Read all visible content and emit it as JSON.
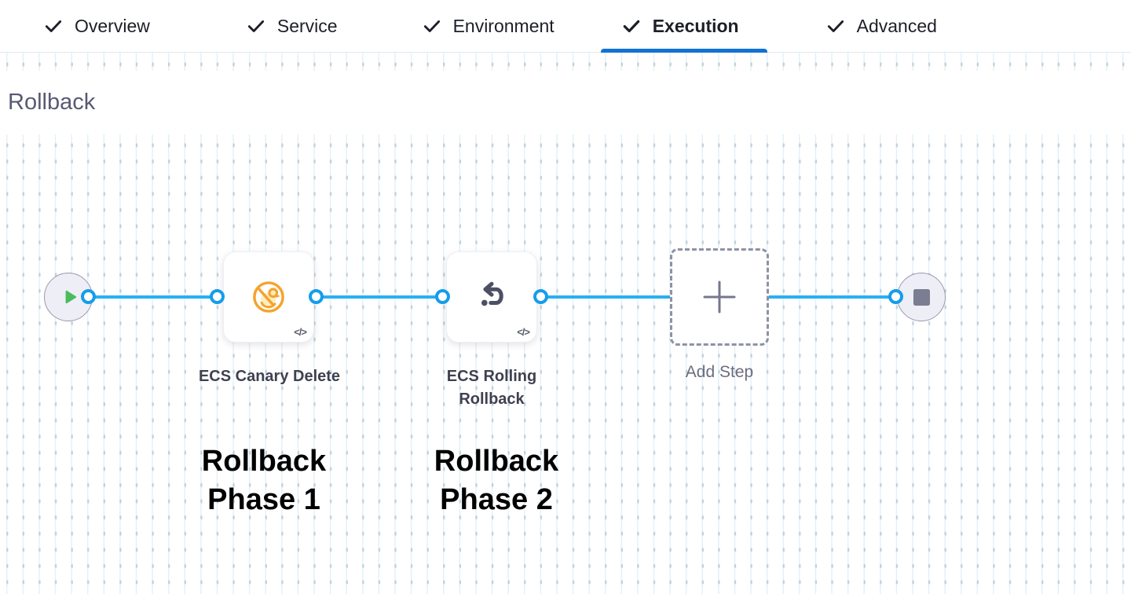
{
  "tabs": {
    "items": [
      {
        "label": "Overview",
        "checked": true,
        "active": false
      },
      {
        "label": "Service",
        "checked": true,
        "active": false
      },
      {
        "label": "Environment",
        "checked": true,
        "active": false
      },
      {
        "label": "Execution",
        "checked": true,
        "active": true
      },
      {
        "label": "Advanced",
        "checked": true,
        "active": false
      }
    ]
  },
  "canvas": {
    "heading": "Rollback",
    "steps": [
      {
        "name": "ECS Canary Delete",
        "icon": "ecs-canary-delete-icon",
        "annotation": "Rollback Phase 1"
      },
      {
        "name": "ECS Rolling Rollback",
        "icon": "ecs-rolling-rollback-icon",
        "annotation": "Rollback Phase 2"
      }
    ],
    "add_step": {
      "label": "Add Step"
    },
    "nodes": {
      "start": "play",
      "end": "stop"
    }
  },
  "icons": {
    "code_glyph": "</>",
    "plus_glyph": "+"
  },
  "colors": {
    "active_tab_underline": "#1272d2",
    "connector_line": "#28aff2",
    "port_ring": "#149deb",
    "canary_orange": "#f5a32c",
    "play_green": "#4cbb5c",
    "stop_gray": "#7b7d92",
    "step_icon_slate": "#4c5065"
  }
}
